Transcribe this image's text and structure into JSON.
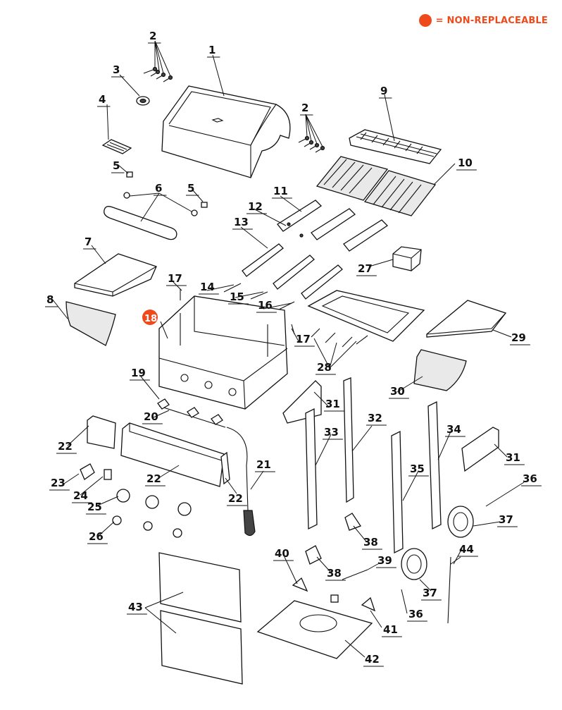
{
  "legend": {
    "marker_color": "#ef4a1c",
    "label": "= NON-REPLACEABLE"
  },
  "non_replaceable_part": "18",
  "callouts": [
    "1",
    "2",
    "2",
    "3",
    "4",
    "5",
    "5",
    "6",
    "7",
    "8",
    "9",
    "10",
    "11",
    "12",
    "13",
    "14",
    "15",
    "16",
    "17",
    "17",
    "18",
    "19",
    "20",
    "21",
    "22",
    "22",
    "22",
    "23",
    "24",
    "25",
    "26",
    "27",
    "28",
    "29",
    "30",
    "31",
    "31",
    "32",
    "33",
    "34",
    "35",
    "36",
    "36",
    "37",
    "37",
    "38",
    "38",
    "39",
    "40",
    "41",
    "42",
    "43",
    "44"
  ]
}
